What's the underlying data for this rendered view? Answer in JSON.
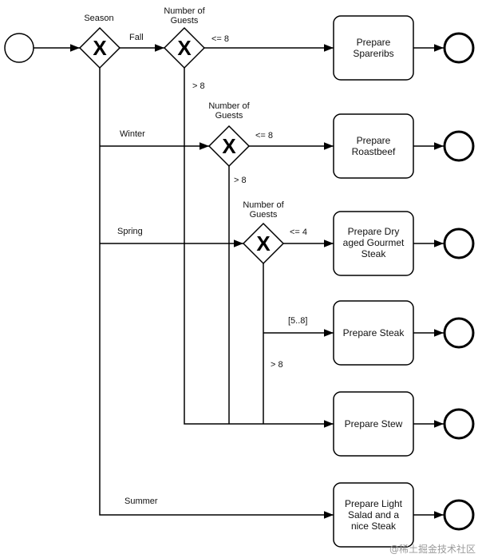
{
  "gateways": {
    "season": {
      "label": "Season",
      "symbol": "X"
    },
    "guests_fall": {
      "label": [
        "Number of",
        "Guests"
      ],
      "symbol": "X"
    },
    "guests_winter": {
      "label": [
        "Number of",
        "Guests"
      ],
      "symbol": "X"
    },
    "guests_spring": {
      "label": [
        "Number of",
        "Guests"
      ],
      "symbol": "X"
    }
  },
  "edges": {
    "fall": "Fall",
    "winter": "Winter",
    "spring": "Spring",
    "summer": "Summer",
    "fall_le8": "<= 8",
    "fall_gt8": "> 8",
    "winter_le8": "<= 8",
    "winter_gt8": "> 8",
    "spring_le4": "<= 4",
    "spring_5to8": "[5..8]",
    "spring_gt8": "> 8"
  },
  "tasks": {
    "spareribs": [
      "Prepare",
      "Spareribs"
    ],
    "roastbeef": [
      "Prepare",
      "Roastbeef"
    ],
    "dry_aged": [
      "Prepare Dry",
      "aged Gourmet",
      "Steak"
    ],
    "steak": [
      "Prepare Steak"
    ],
    "stew": [
      "Prepare Stew"
    ],
    "salad": [
      "Prepare Light",
      "Salad and a",
      "nice Steak"
    ]
  },
  "watermark": "@稀土掘金技术社区"
}
